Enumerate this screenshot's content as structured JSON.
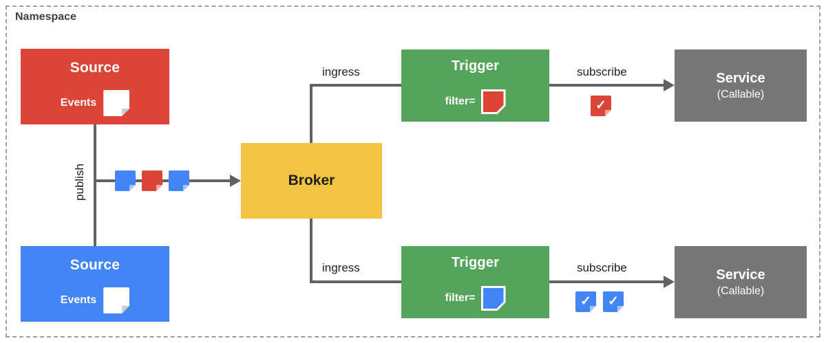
{
  "diagram": {
    "namespace_label": "Namespace",
    "colors": {
      "red": "#DB4437",
      "blue": "#4285F4",
      "green": "#56A35C",
      "yellow": "#F4C342",
      "gray": "#777777",
      "line": "#5F6368"
    },
    "sources": [
      {
        "title": "Source",
        "events_label": "Events",
        "color": "red"
      },
      {
        "title": "Source",
        "events_label": "Events",
        "color": "blue"
      }
    ],
    "publish_label": "publish",
    "event_squares": [
      "blue",
      "red",
      "blue"
    ],
    "broker": {
      "title": "Broker"
    },
    "ingress": [
      {
        "label": "ingress"
      },
      {
        "label": "ingress"
      }
    ],
    "triggers": [
      {
        "title": "Trigger",
        "filter_label": "filter=",
        "filter_color": "red"
      },
      {
        "title": "Trigger",
        "filter_label": "filter=",
        "filter_color": "blue"
      }
    ],
    "subscribe": [
      {
        "label": "subscribe",
        "checks": [
          "red"
        ]
      },
      {
        "label": "subscribe",
        "checks": [
          "blue",
          "blue"
        ]
      }
    ],
    "check_glyph": "✓",
    "services": [
      {
        "title": "Service",
        "subtitle": "(Callable)"
      },
      {
        "title": "Service",
        "subtitle": "(Callable)"
      }
    ]
  }
}
